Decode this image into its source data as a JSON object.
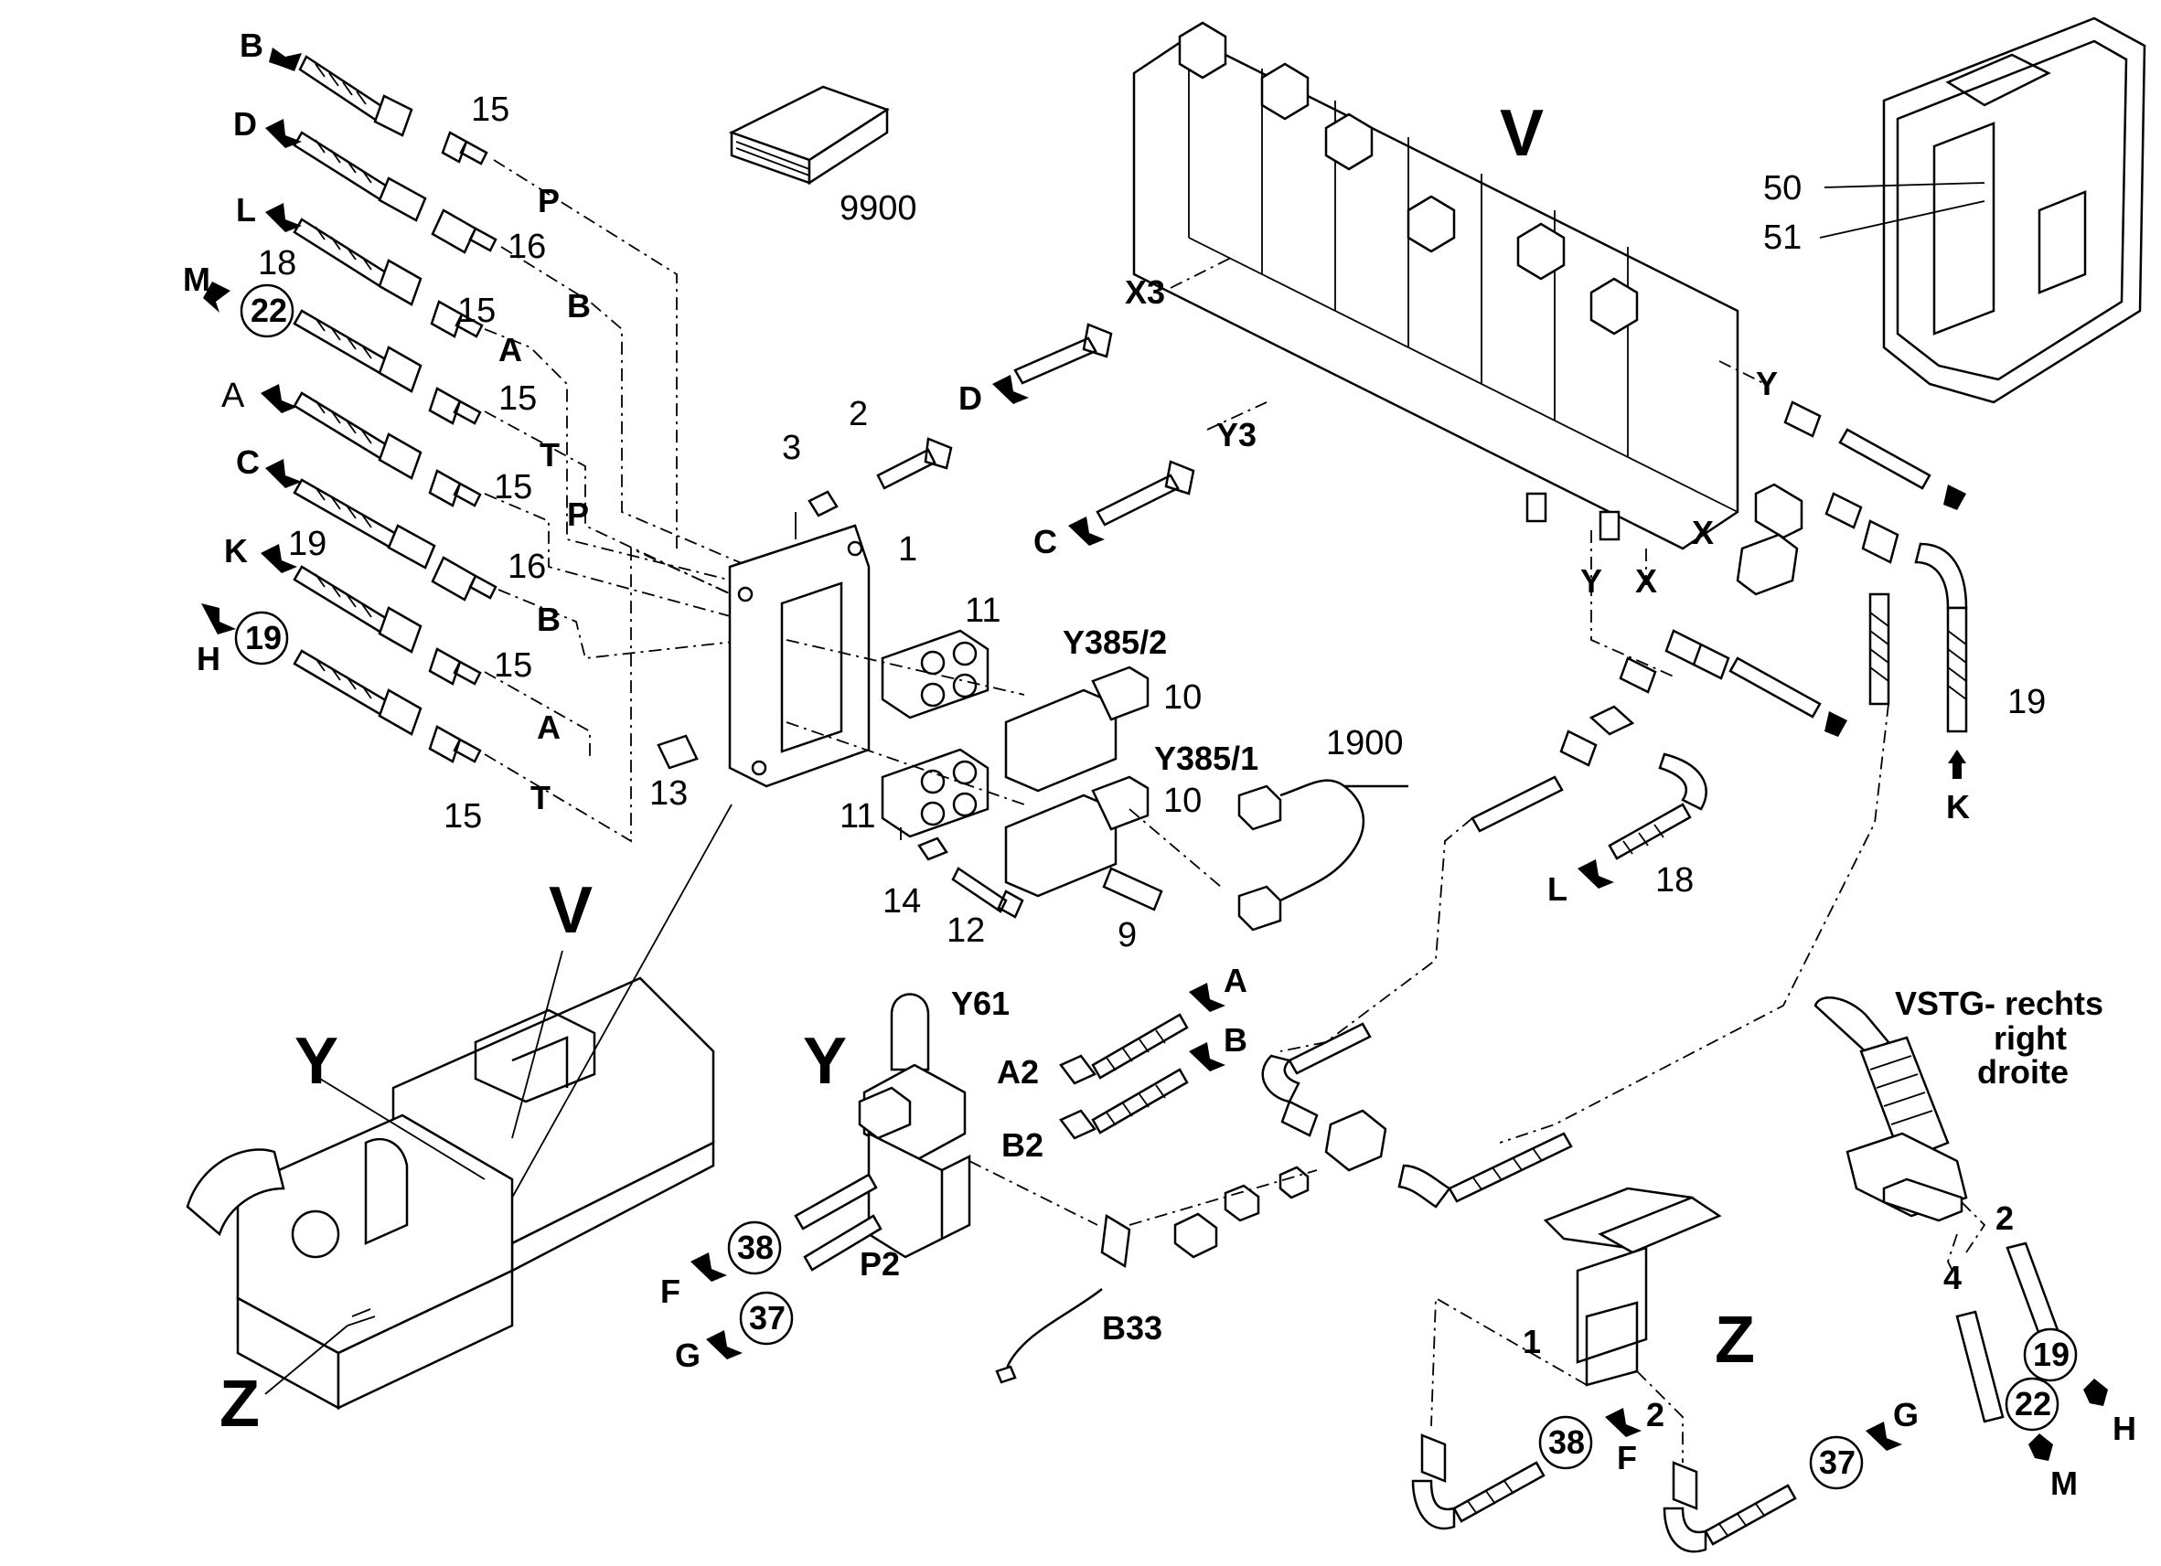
{
  "labels": {
    "part_15": "15",
    "part_16": "16",
    "part_18": "18",
    "part_19": "19",
    "part_22": "22",
    "part_1": "1",
    "part_2": "2",
    "part_3": "3",
    "part_9": "9",
    "part_10": "10",
    "part_11": "11",
    "part_12": "12",
    "part_13": "13",
    "part_14": "14",
    "part_37": "37",
    "part_38": "38",
    "part_4": "4",
    "part_50": "50",
    "part_51": "51",
    "part_9900": "9900",
    "part_1900": "1900",
    "port_B": "B",
    "port_D": "D",
    "port_L": "L",
    "port_M": "M",
    "port_A": "A",
    "port_C": "C",
    "port_K": "K",
    "port_H": "H",
    "port_F": "F",
    "port_G": "G",
    "port_P": "P",
    "port_T": "T",
    "port_X": "X",
    "port_Y": "Y",
    "port_X3": "X3",
    "port_Y3": "Y3",
    "port_A2": "A2",
    "port_B2": "B2",
    "port_P2": "P2",
    "comp_Y385_2": "Y385/2",
    "comp_Y385_1": "Y385/1",
    "comp_Y61": "Y61",
    "comp_B33": "B33",
    "view_V": "V",
    "view_Y": "Y",
    "view_Z": "Z",
    "vstg_line1": "VSTG- rechts",
    "vstg_line2": "right",
    "vstg_line3": "droite"
  }
}
